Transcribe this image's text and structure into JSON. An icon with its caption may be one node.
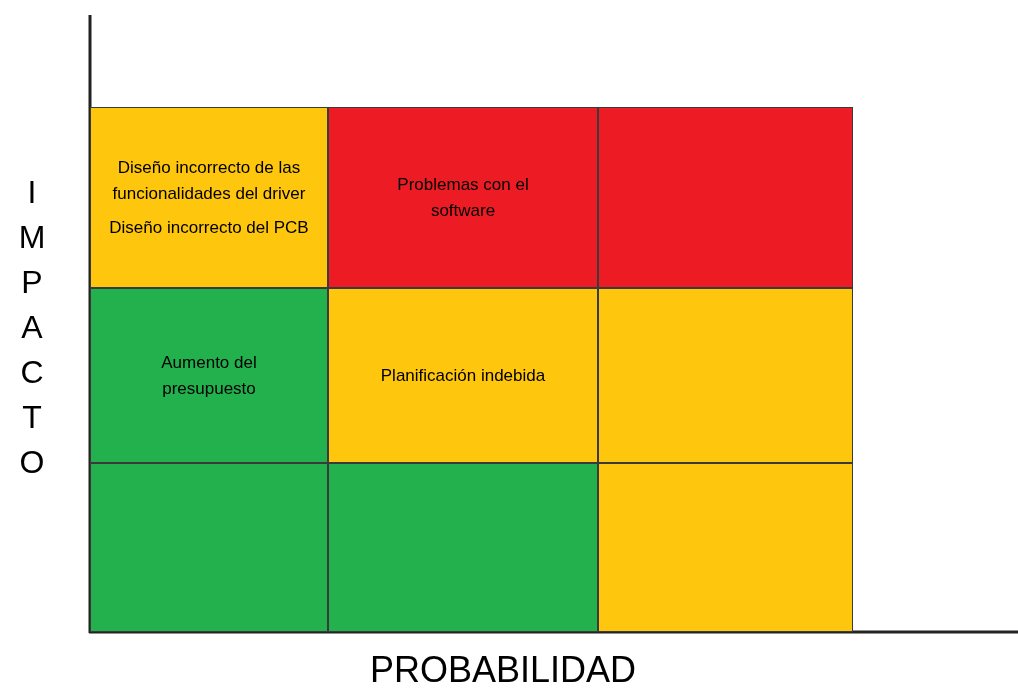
{
  "diagram": {
    "nodes": [
      {
        "text": [
          "Diseño incorrecto de las funcionalidades del driver",
          "Diseño incorrecto del PCB"
        ]
      },
      {
        "text": [
          "Problemas con el software"
        ]
      },
      {
        "text": [],
        "shape": "box"
      },
      {
        "text": [
          "Aumento del presupuesto"
        ]
      },
      {
        "text": [
          "Planificación indebida"
        ]
      },
      {
        "text": [],
        "shape": "box"
      },
      {
        "text": [],
        "shape": "box"
      },
      {
        "text": [],
        "shape": "box"
      },
      {
        "text": [],
        "shape": "box"
      }
    ],
    "edges": [],
    "labels": [
      "IMPACTO",
      "PROBABILIDAD"
    ]
  }
}
